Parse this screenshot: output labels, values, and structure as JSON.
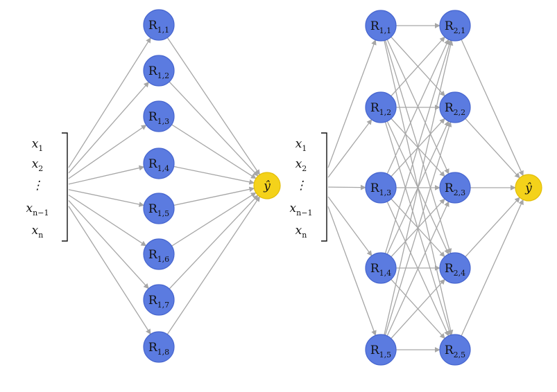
{
  "inputs": [
    {
      "base": "x",
      "sub": "1"
    },
    {
      "base": "x",
      "sub": "2"
    },
    {
      "base": "⋮",
      "sub": ""
    },
    {
      "base": "x",
      "sub": "n−1"
    },
    {
      "base": "x",
      "sub": "n"
    }
  ],
  "output_label": "ŷ",
  "left_network": {
    "layers": [
      {
        "prefix": "R",
        "nodes": [
          "1,1",
          "1,2",
          "1,3",
          "1,4",
          "1,5",
          "1,6",
          "1,7",
          "1,8"
        ]
      }
    ]
  },
  "right_network": {
    "layers": [
      {
        "prefix": "R",
        "nodes": [
          "1,1",
          "1,2",
          "1,3",
          "1,4",
          "1,5"
        ]
      },
      {
        "prefix": "R",
        "nodes": [
          "2,1",
          "2,2",
          "2,3",
          "2,4",
          "2,5"
        ]
      }
    ]
  },
  "colors": {
    "node": "#5b7be0",
    "output": "#f4d21a",
    "edge": "#a6a6a6"
  }
}
